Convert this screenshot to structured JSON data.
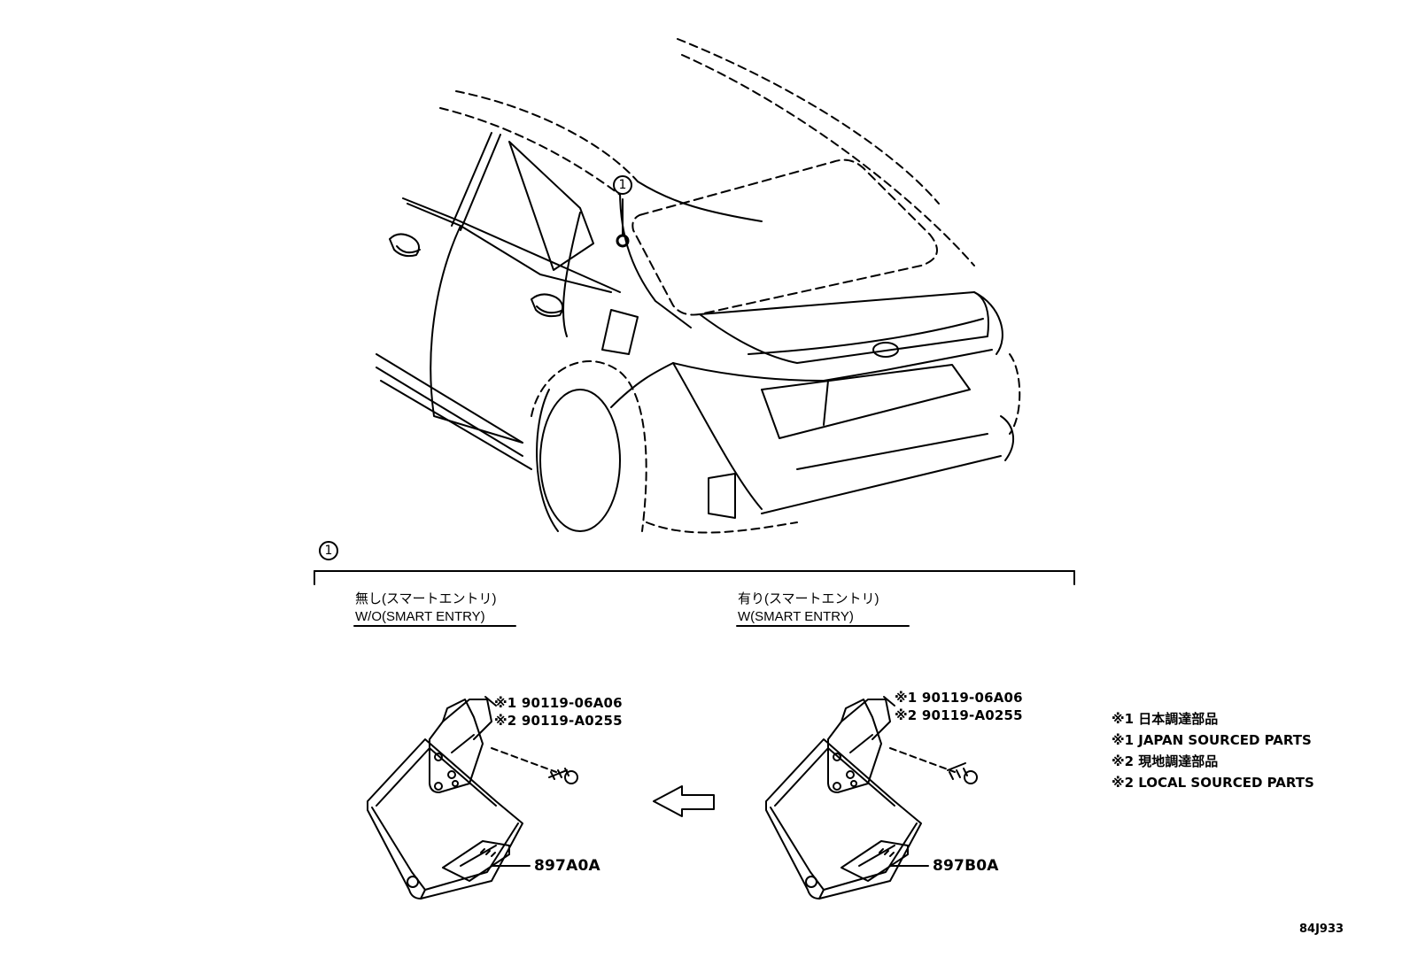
{
  "diagram": {
    "callout_top": "1",
    "callout_section": "1",
    "variants": [
      {
        "label_jp": "無し(スマートエントリ)",
        "label_en": "W/O(SMART ENTRY)",
        "ref1": "※1 90119-06A06",
        "ref2": "※2 90119-A0255",
        "part_number": "897A0A"
      },
      {
        "label_jp": "有り(スマートエントリ)",
        "label_en": "W(SMART ENTRY)",
        "ref1": "※1 90119-06A06",
        "ref2": "※2 90119-A0255",
        "part_number": "897B0A"
      }
    ],
    "notes": [
      "※1 日本調達部品",
      "※1 JAPAN SOURCED PARTS",
      "※2 現地調達部品",
      "※2 LOCAL SOURCED PARTS"
    ],
    "figure_code": "84J933"
  }
}
